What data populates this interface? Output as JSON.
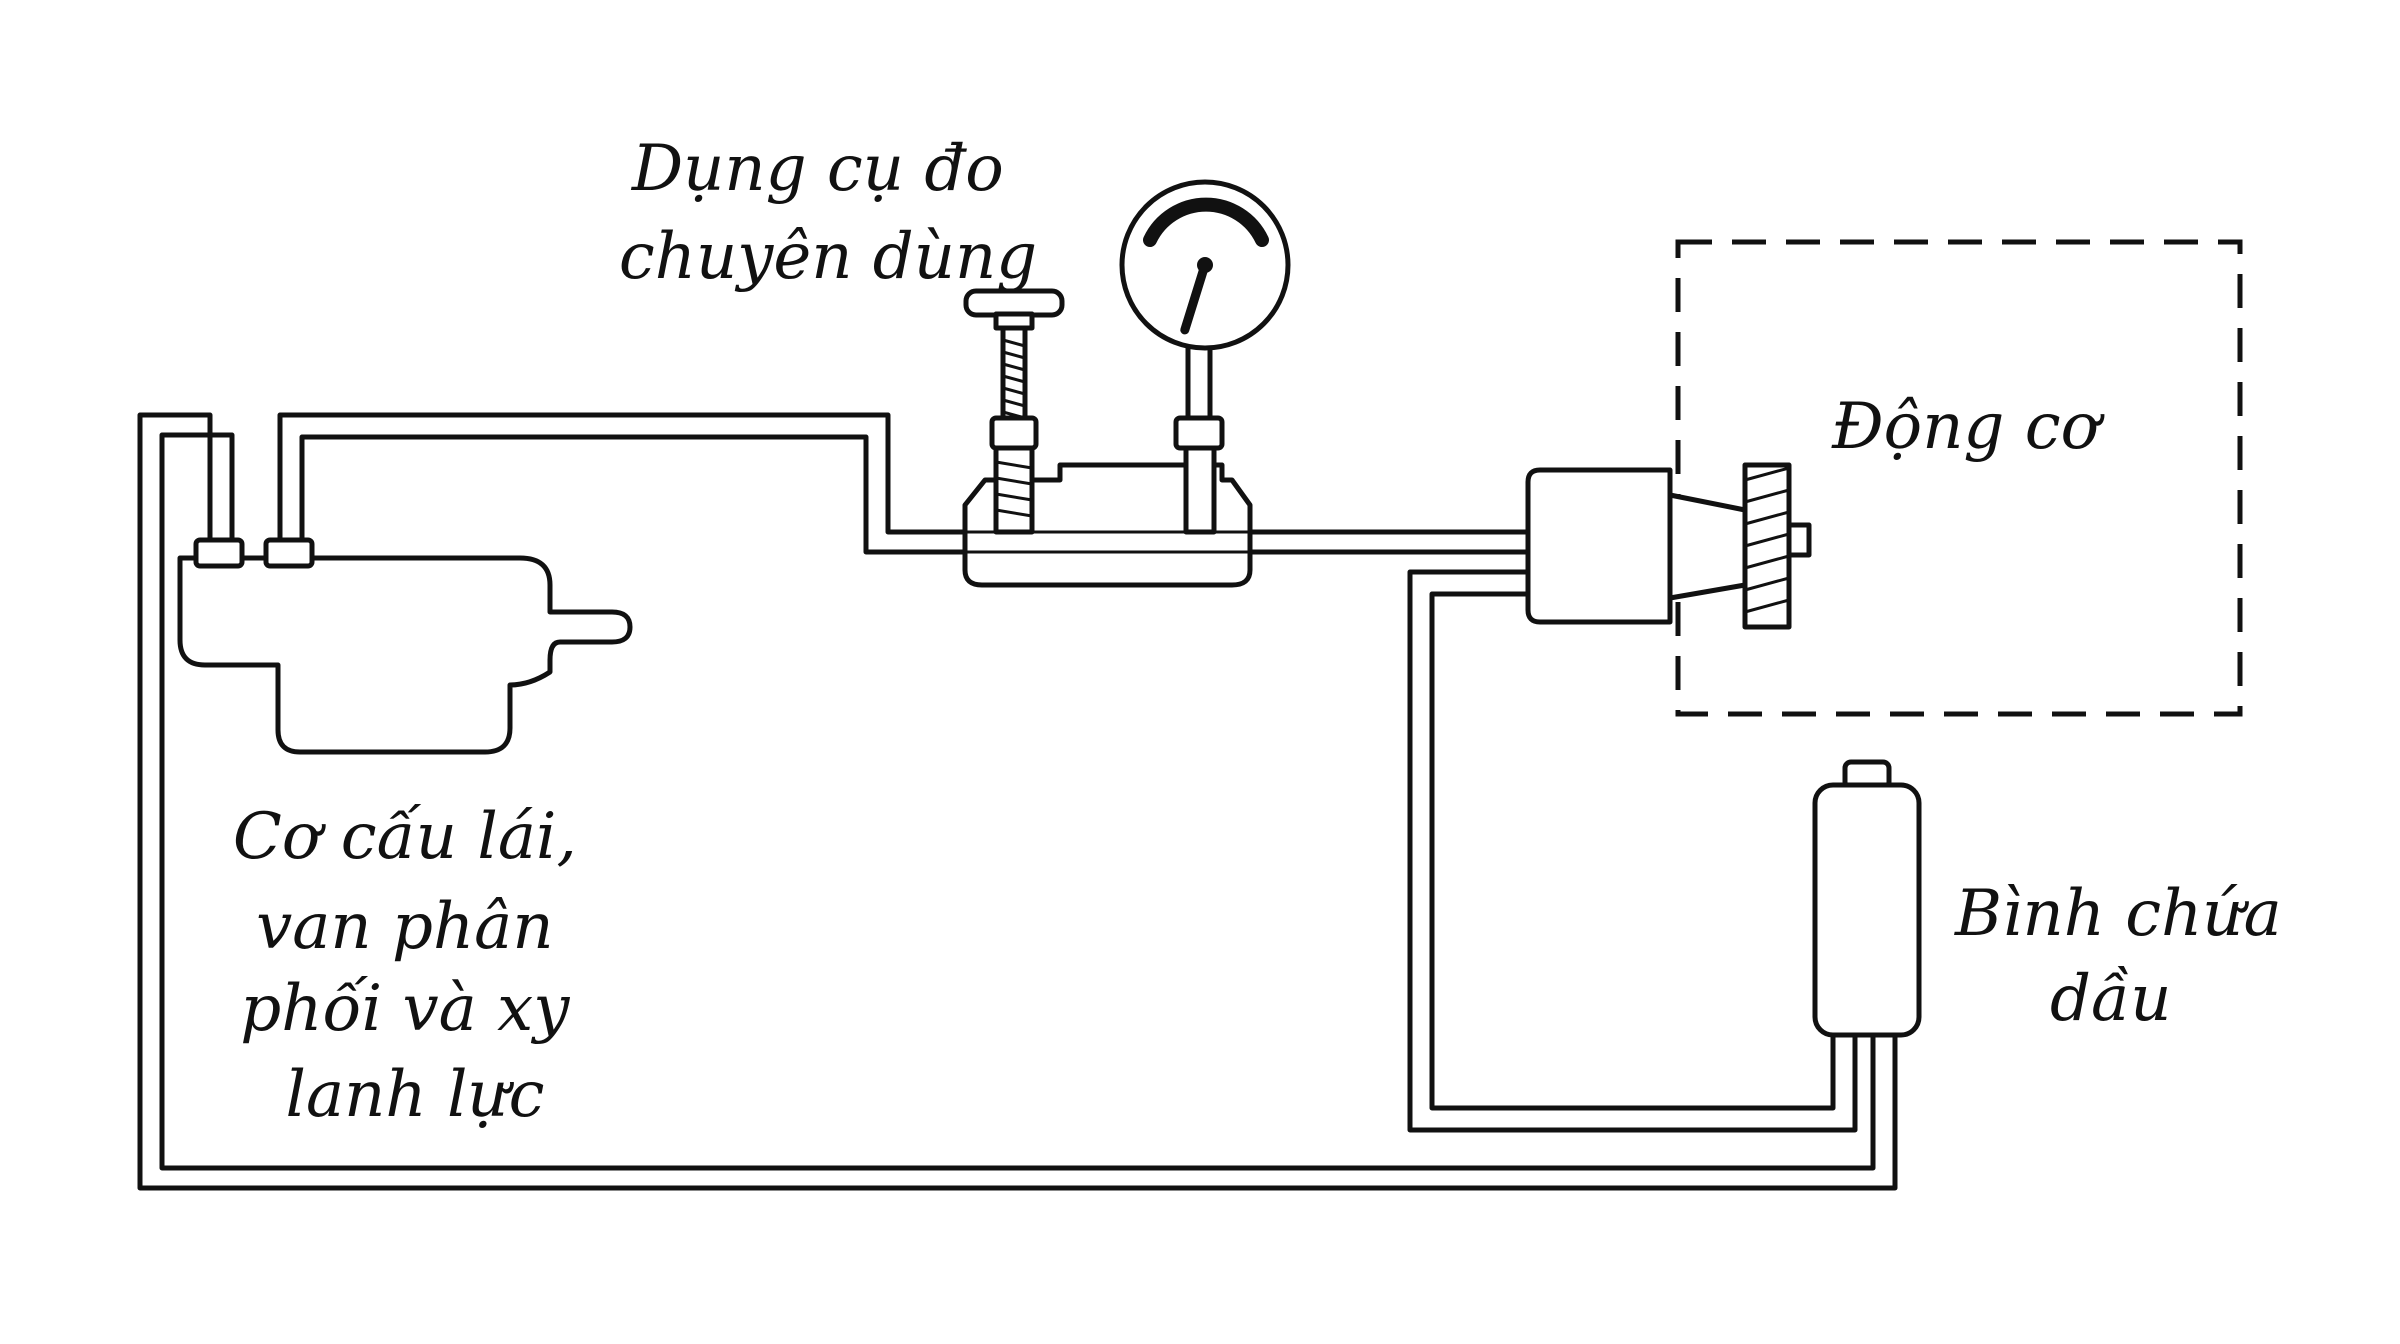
{
  "labels": {
    "tool": [
      "Dụng cụ đo",
      "chuyên dùng"
    ],
    "engine": [
      "Động cơ"
    ],
    "steering": [
      "Cơ cấu lái,",
      "van phân",
      "phối  và  xy",
      "lanh lực"
    ],
    "reservoir": [
      "Bình chứa",
      "dầu"
    ]
  },
  "gauge": {
    "needle_fraction": 0.62
  }
}
